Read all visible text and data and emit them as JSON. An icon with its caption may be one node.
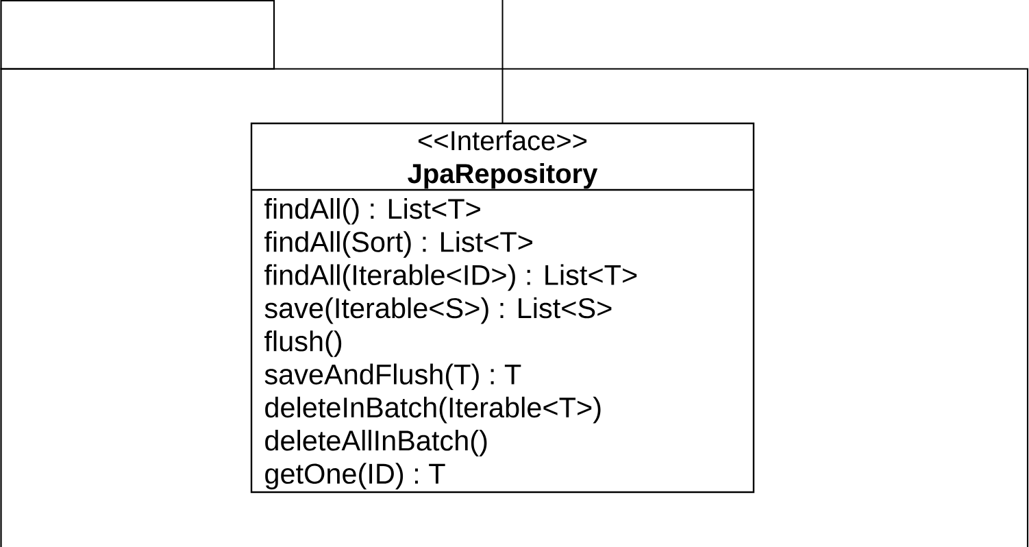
{
  "diagram": {
    "nodes": [
      {
        "text": [],
        "shape": "box"
      },
      {
        "text": [
          "<<Interface>>",
          "JpaRepository",
          "findAll() : List<T>",
          "findAll(Sort) : List<T>",
          "findAll(Iterable<ID>) : List<T>",
          "save(Iterable<S>) : List<S>",
          "flush()",
          "saveAndFlush(T) : T",
          "deleteInBatch(Iterable<T>)",
          "deleteAllInBatch()",
          "getOne(ID) : T"
        ],
        "in": 0
      }
    ],
    "edges": [
      {
        "from": null,
        "to": 1,
        "arrow": "none"
      }
    ]
  }
}
